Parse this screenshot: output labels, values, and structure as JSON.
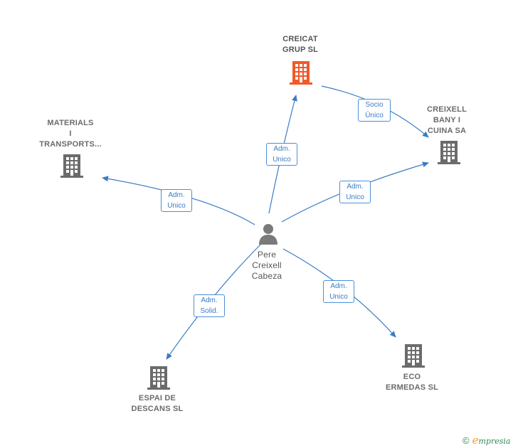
{
  "nodes": {
    "creicat": {
      "name_lines": [
        "CREICAT",
        "GRUP  SL"
      ],
      "icon": "building-icon",
      "color": "#f05a28"
    },
    "creixell": {
      "name_lines": [
        "CREIXELL",
        "BANY I",
        "CUINA SA"
      ],
      "icon": "building-icon",
      "color": "#6b6b6b"
    },
    "materials": {
      "name_lines": [
        "MATERIALS",
        "I",
        "TRANSPORTS..."
      ],
      "icon": "building-icon",
      "color": "#6b6b6b"
    },
    "person": {
      "name_lines": [
        "Pere",
        "Creixell",
        "Cabeza"
      ],
      "icon": "person-icon",
      "color": "#7a7a7a"
    },
    "espai": {
      "name_lines": [
        "ESPAI DE",
        "DESCANS  SL"
      ],
      "icon": "building-icon",
      "color": "#6b6b6b"
    },
    "eco": {
      "name_lines": [
        "ECO",
        "ERMEDAS  SL"
      ],
      "icon": "building-icon",
      "color": "#6b6b6b"
    }
  },
  "edges": {
    "person_to_creicat": [
      "Adm.",
      "Unico"
    ],
    "creicat_to_creixell": [
      "Socio",
      "Único"
    ],
    "person_to_creixell": [
      "Adm.",
      "Unico"
    ],
    "person_to_materials": [
      "Adm.",
      "Unico"
    ],
    "person_to_espai": [
      "Adm.",
      "Solid."
    ],
    "person_to_eco": [
      "Adm.",
      "Unico"
    ]
  },
  "colors": {
    "edge": "#3a7cc4"
  },
  "brand": {
    "copyright": "©",
    "e": "e",
    "rest": "mpresia"
  }
}
